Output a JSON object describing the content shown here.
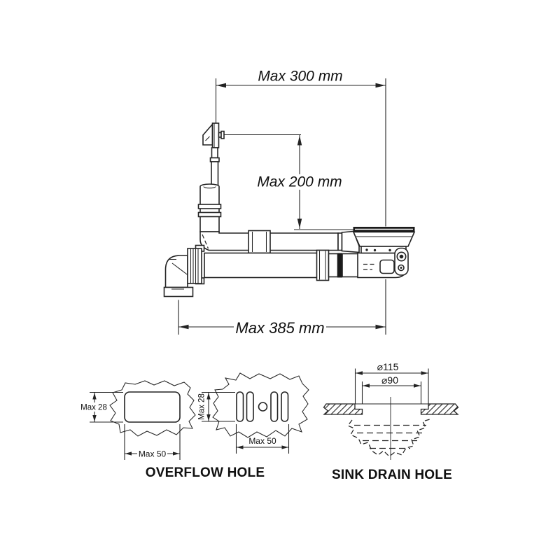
{
  "main_view": {
    "dim_top_width": "Max 300 mm",
    "dim_overflow_height": "Max 200 mm",
    "dim_bottom_width": "Max 385 mm"
  },
  "overflow_hole": {
    "caption": "OVERFLOW HOLE",
    "plain": {
      "height": "Max 28",
      "width": "Max 50"
    },
    "slotted": {
      "height": "Max 28",
      "width": "Max 50"
    }
  },
  "sink_drain_hole": {
    "caption": "SINK DRAIN HOLE",
    "outer_diameter": "⌀115",
    "inner_diameter": "⌀90"
  },
  "colors": {
    "line": "#232323",
    "fill_dark": "#1a1a1a",
    "background": "#ffffff"
  }
}
